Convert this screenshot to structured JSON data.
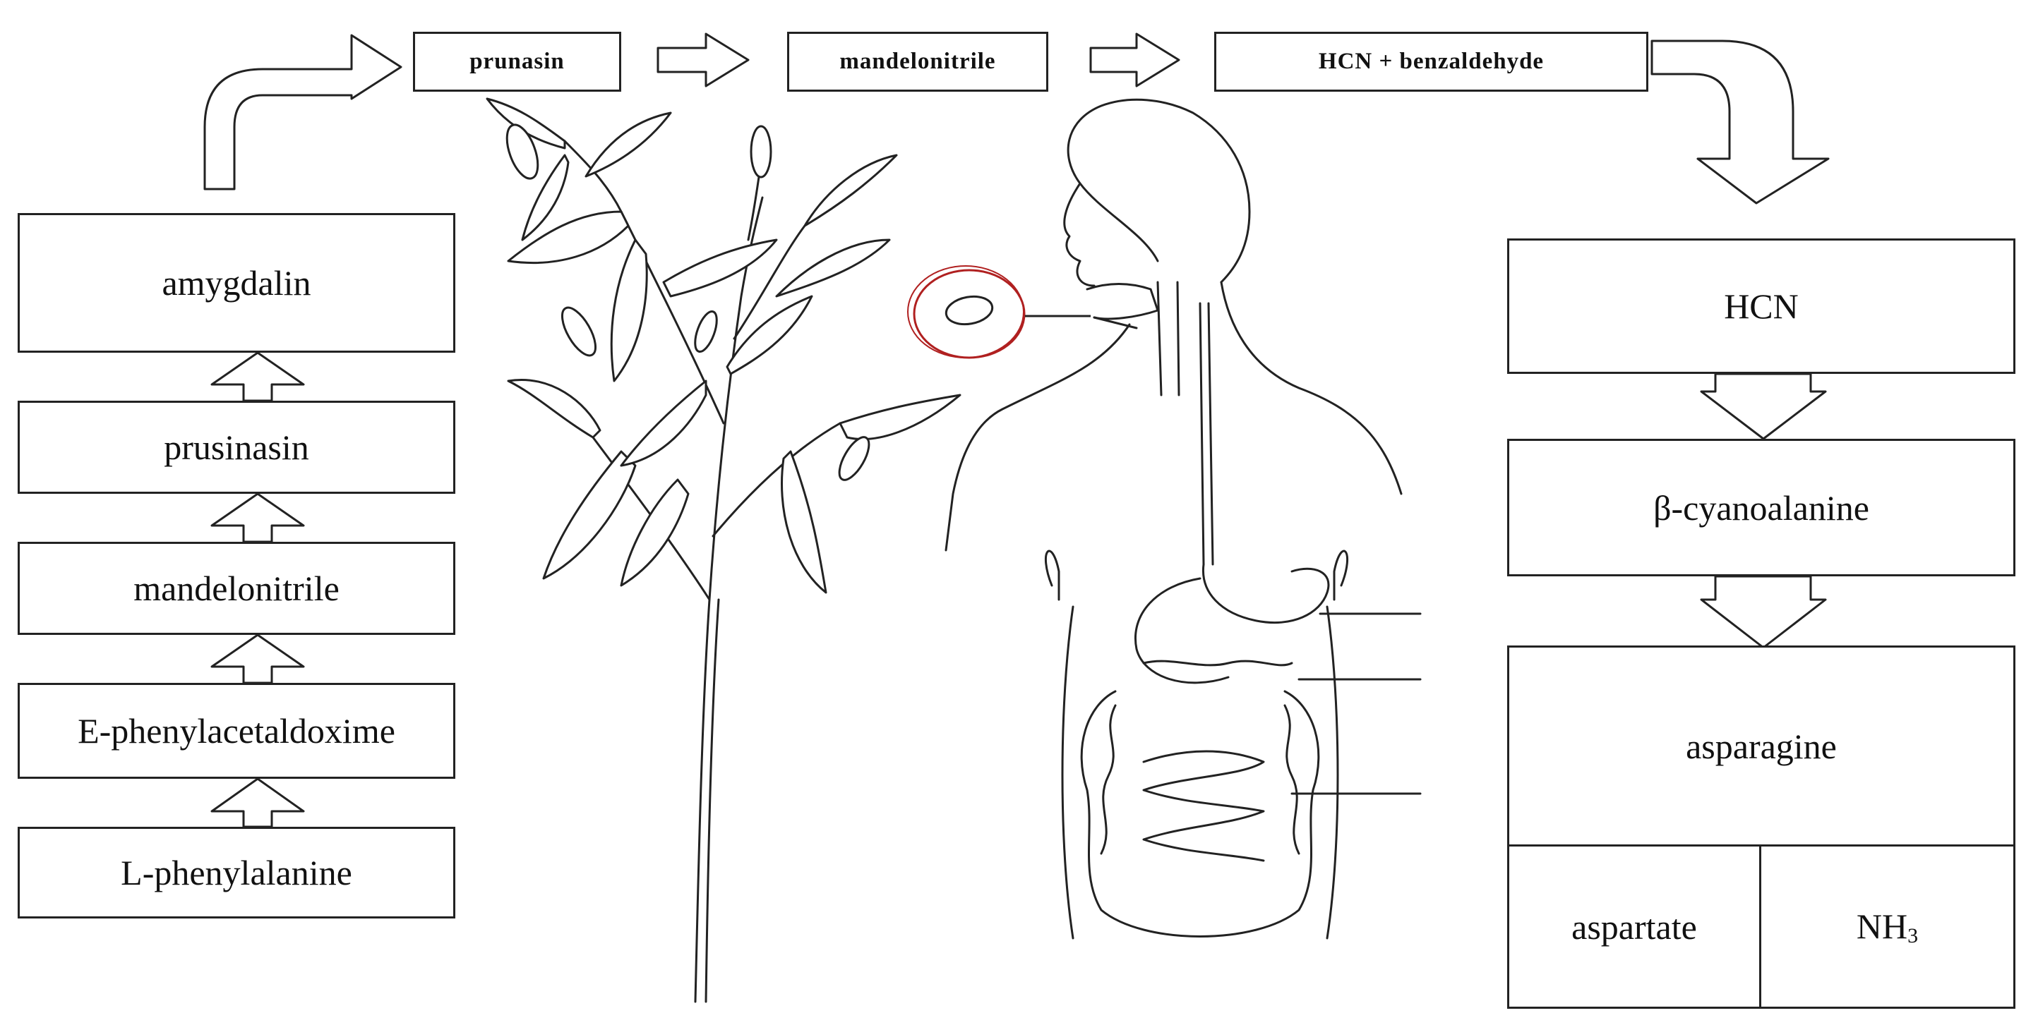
{
  "left_pathway": [
    "amygdalin",
    "prusinasin",
    "mandelonitrile",
    "E-phenylacetaldoxime",
    "L-phenylalanine"
  ],
  "top_pathway": [
    "prunasin",
    "mandelonitrile",
    "HCN + benzaldehyde"
  ],
  "right_pathway": {
    "hcn": "HCN",
    "cyanoalanine": "β-cyanoalanine",
    "asparagine": "asparagine",
    "aspartate": "aspartate",
    "ammonia_base": "NH",
    "ammonia_sub": "3"
  },
  "colors": {
    "line": "#222222",
    "seed_circle": "#b02020"
  }
}
